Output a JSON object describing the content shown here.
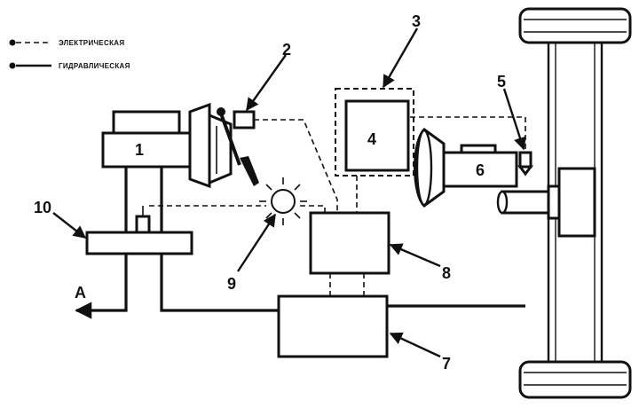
{
  "legend": {
    "electrical": "ЭЛЕКТРИЧЕСКАЯ",
    "hydraulic": "ГИДРАВЛИЧЕСКАЯ"
  },
  "labels": {
    "n1": "1",
    "n2": "2",
    "n3": "3",
    "n4": "4",
    "n5": "5",
    "n6": "6",
    "n7": "7",
    "n8": "8",
    "n9": "9",
    "n10": "10",
    "a": "A"
  }
}
